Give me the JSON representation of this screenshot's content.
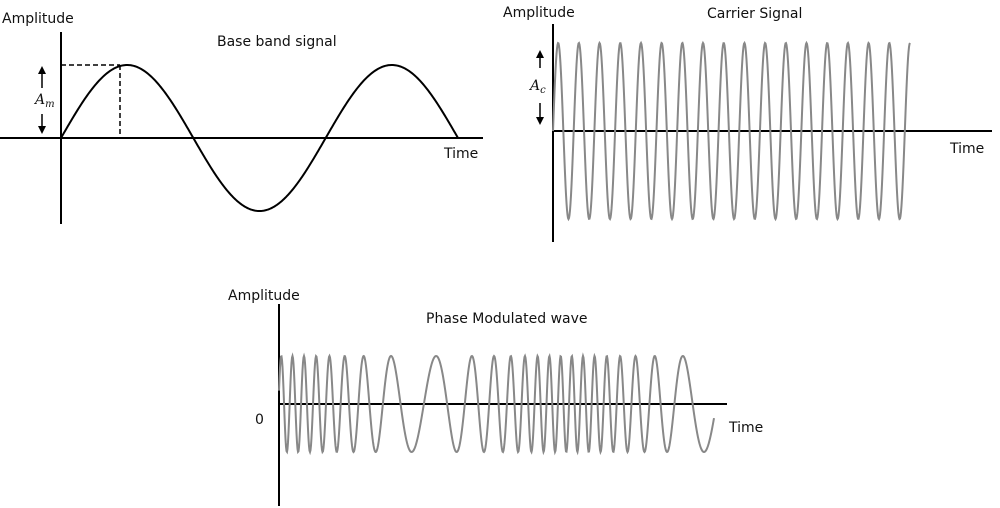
{
  "panels": {
    "baseband": {
      "y_axis_label": "Amplitude",
      "title": "Base band signal",
      "x_axis_label": "Time",
      "amplitude_symbol": "A",
      "amplitude_subscript": "m",
      "wave_color": "#000000"
    },
    "carrier": {
      "y_axis_label": "Amplitude",
      "title": "Carrier Signal",
      "x_axis_label": "Time",
      "amplitude_symbol": "A",
      "amplitude_subscript": "c",
      "wave_color": "#888888"
    },
    "pm": {
      "y_axis_label": "Amplitude",
      "title": "Phase Modulated wave",
      "x_axis_label": "Time",
      "origin_label": "0",
      "wave_color": "#888888"
    }
  }
}
